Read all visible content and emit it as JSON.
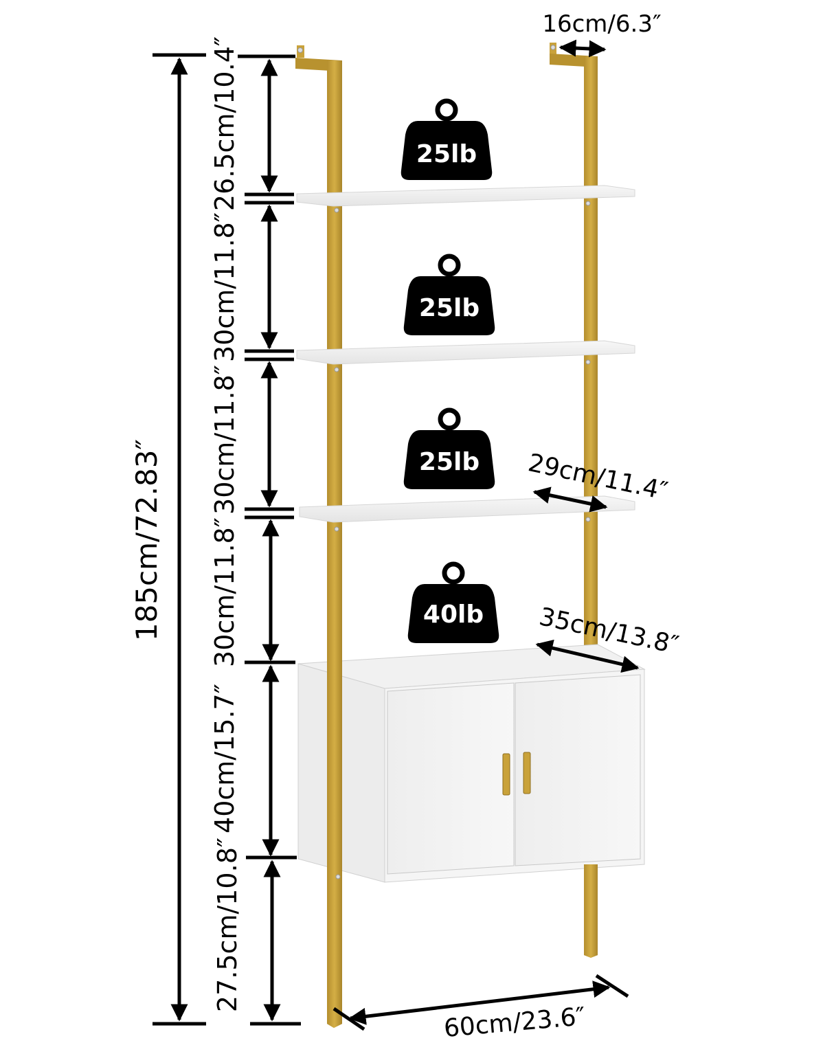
{
  "product": {
    "type": "wall-mounted ladder shelf with cabinet",
    "frame_color": "#C9A23A",
    "frame_shadow": "#A8842A",
    "board_color": "#F2F2F2"
  },
  "dimensions": {
    "total_height": "185cm/72.83″",
    "top_section": "26.5cm/10.4″",
    "shelf_gap_1": "30cm/11.8″",
    "shelf_gap_2": "30cm/11.8″",
    "shelf_gap_3": "30cm/11.8″",
    "cabinet_height": "40cm/15.7″",
    "bottom_legs": "27.5cm/10.8″",
    "wall_bracket_depth": "16cm/6.3″",
    "shelf_depth": "29cm/11.4″",
    "cabinet_depth": "35cm/13.8″",
    "width": "60cm/23.6″"
  },
  "load_capacity": [
    {
      "shelf": "top",
      "label": "25lb"
    },
    {
      "shelf": "second",
      "label": "25lb"
    },
    {
      "shelf": "third",
      "label": "25lb"
    },
    {
      "shelf": "cabinet-top",
      "label": "40lb"
    }
  ]
}
